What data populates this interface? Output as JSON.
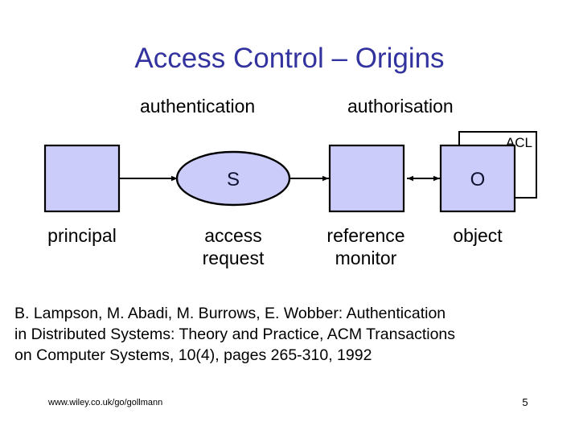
{
  "slide": {
    "title": "Access Control – Origins",
    "title_color": "#3333A0",
    "background": "#ffffff"
  },
  "annotations": {
    "authentication": "authentication",
    "authorisation": "authorisation"
  },
  "diagram": {
    "shape_fill": "#CCCCFA",
    "shape_stroke": "#000000",
    "nodes": {
      "principal_box": "",
      "subject_ellipse": "S",
      "reference_monitor_box": "",
      "object_box": "O",
      "acl_box": "ACL"
    },
    "labels": {
      "principal": "principal",
      "access_request_line1": "access",
      "access_request_line2": "request",
      "reference_monitor_line1": "reference",
      "reference_monitor_line2": "monitor",
      "object": "object"
    }
  },
  "citation": {
    "line1": "B. Lampson, M. Abadi, M. Burrows, E. Wobber: Authentication",
    "line2": "in Distributed Systems: Theory and Practice, ACM Transactions",
    "line3": "on Computer Systems, 10(4), pages 265-310, 1992"
  },
  "footer": {
    "url": "www.wiley.co.uk/go/gollmann",
    "page_number": "5"
  }
}
